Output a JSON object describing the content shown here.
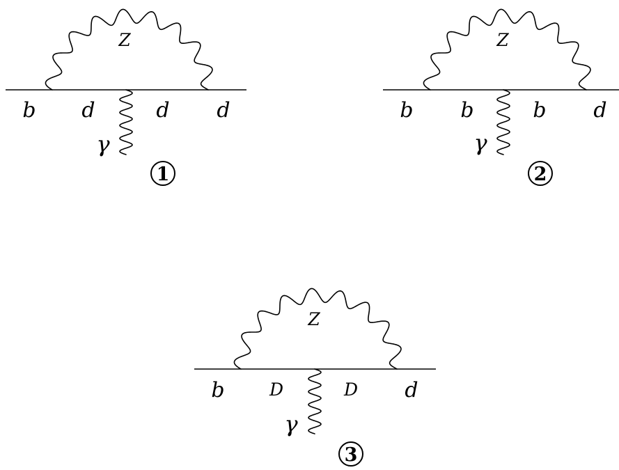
{
  "diagrams": [
    {
      "id": "1",
      "number": "1",
      "boson": "Z",
      "photon": "γ",
      "fermions": [
        "b",
        "d",
        "d",
        "d"
      ]
    },
    {
      "id": "2",
      "number": "2",
      "boson": "Z",
      "photon": "γ",
      "fermions": [
        "b",
        "b",
        "b",
        "d"
      ]
    },
    {
      "id": "3",
      "number": "3",
      "boson": "Z",
      "photon": "γ",
      "fermions": [
        "b",
        "D",
        "D",
        "d"
      ]
    }
  ]
}
